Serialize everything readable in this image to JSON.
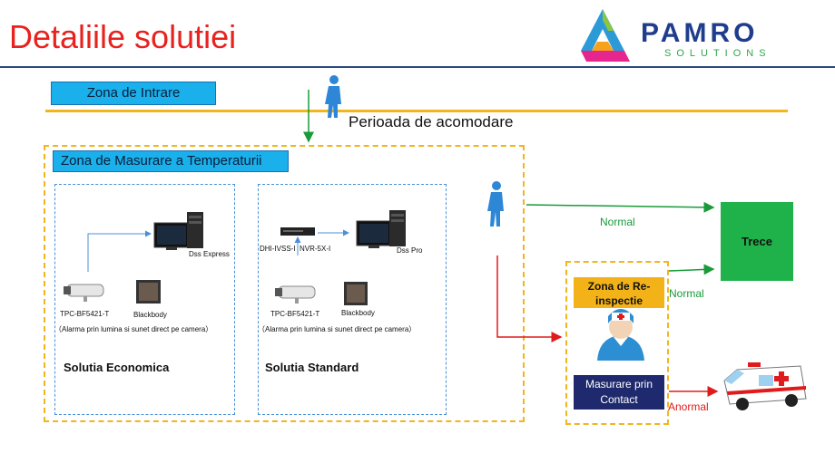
{
  "header": {
    "title": "Detaliile solutiei",
    "logo_text": "PAMRO",
    "logo_sub": "SOLUTIONS",
    "colors": {
      "title": "#e8221e",
      "rule": "#2b4a7e"
    }
  },
  "entry": {
    "label": "Zona de Intrare",
    "accommodation": "Perioada de acomodare"
  },
  "measurement_zone": {
    "label": "Zona de Masurare a Temperaturii",
    "economic": {
      "server_label": "Dss Express",
      "camera_label": "TPC-BF5421-T",
      "blackbody_label": "Blackbody",
      "note": "（Alarma prin lumina si sunet direct pe camera）",
      "title": "Solutia Economica"
    },
    "standard": {
      "recorder_label_1": "DHI-IVSS-I",
      "recorder_label_2": "NVR-5X-I",
      "server_label": "Dss Pro",
      "camera_label": "TPC-BF5421-T",
      "blackbody_label": "Blackbody",
      "note": "（Alarma prin lumina si sunet direct pe camera）",
      "title": "Solutia Standard"
    }
  },
  "flow": {
    "normal_1": "Normal",
    "normal_2": "Normal",
    "anormal": "Anormal",
    "pass_box": "Trece",
    "reinspection": "Zona de Re-inspectie",
    "contact": "Masurare prin Contact",
    "colors": {
      "normal": "#1a9a3a",
      "abnormal": "#e01b1b",
      "zone": "#1ab0ec",
      "dashed": "#f1b51d"
    }
  }
}
